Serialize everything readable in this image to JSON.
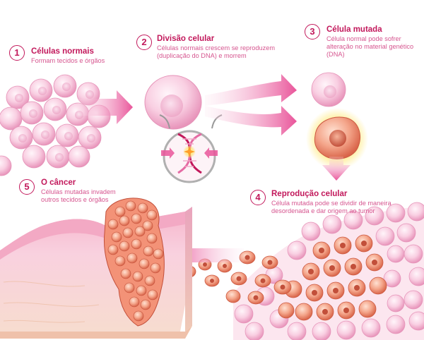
{
  "steps": [
    {
      "number": "1",
      "title": "Células normais",
      "description": "Formam tecidos e órgãos"
    },
    {
      "number": "2",
      "title": "Divisão celular",
      "description": "Células normais crescem se reproduzem (duplicação do DNA) e morrem"
    },
    {
      "number": "3",
      "title": "Célula mutada",
      "description": "Célula normal pode sofrer alteração no material genético (DNA)"
    },
    {
      "number": "4",
      "title": "Reprodução celular",
      "description": "Célula mutada pode se dividir de maneira desordenada e dar origem ao tumor"
    },
    {
      "number": "5",
      "title": "O câncer",
      "description": "Células mutadas invadem outros tecidos e órgãos"
    }
  ],
  "colors": {
    "accent": "#c2185b",
    "text": "#d6558f",
    "normal_cell": "#f7c6dc",
    "mutated_cell": "#ef8a6b",
    "arrow": "#e9559a"
  }
}
